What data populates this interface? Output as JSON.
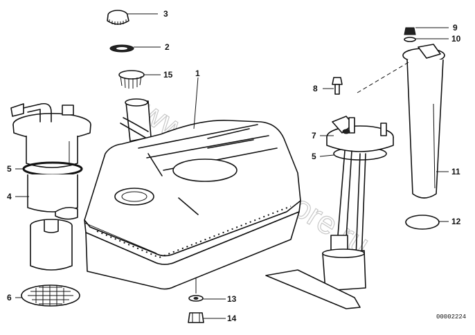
{
  "diagram": {
    "doc_number": "00002224",
    "watermark": "www.BMWstore.ru",
    "callouts": [
      {
        "id": "c3",
        "label": "3"
      },
      {
        "id": "c2",
        "label": "2"
      },
      {
        "id": "c15",
        "label": "15"
      },
      {
        "id": "c1",
        "label": "1"
      },
      {
        "id": "c5a",
        "label": "5"
      },
      {
        "id": "c4",
        "label": "4"
      },
      {
        "id": "c6",
        "label": "6"
      },
      {
        "id": "c13",
        "label": "13"
      },
      {
        "id": "c14",
        "label": "14"
      },
      {
        "id": "c8",
        "label": "8"
      },
      {
        "id": "c7",
        "label": "7"
      },
      {
        "id": "c5b",
        "label": "5"
      },
      {
        "id": "c9",
        "label": "9"
      },
      {
        "id": "c10",
        "label": "10"
      },
      {
        "id": "c11",
        "label": "11"
      },
      {
        "id": "c12",
        "label": "12"
      }
    ]
  }
}
